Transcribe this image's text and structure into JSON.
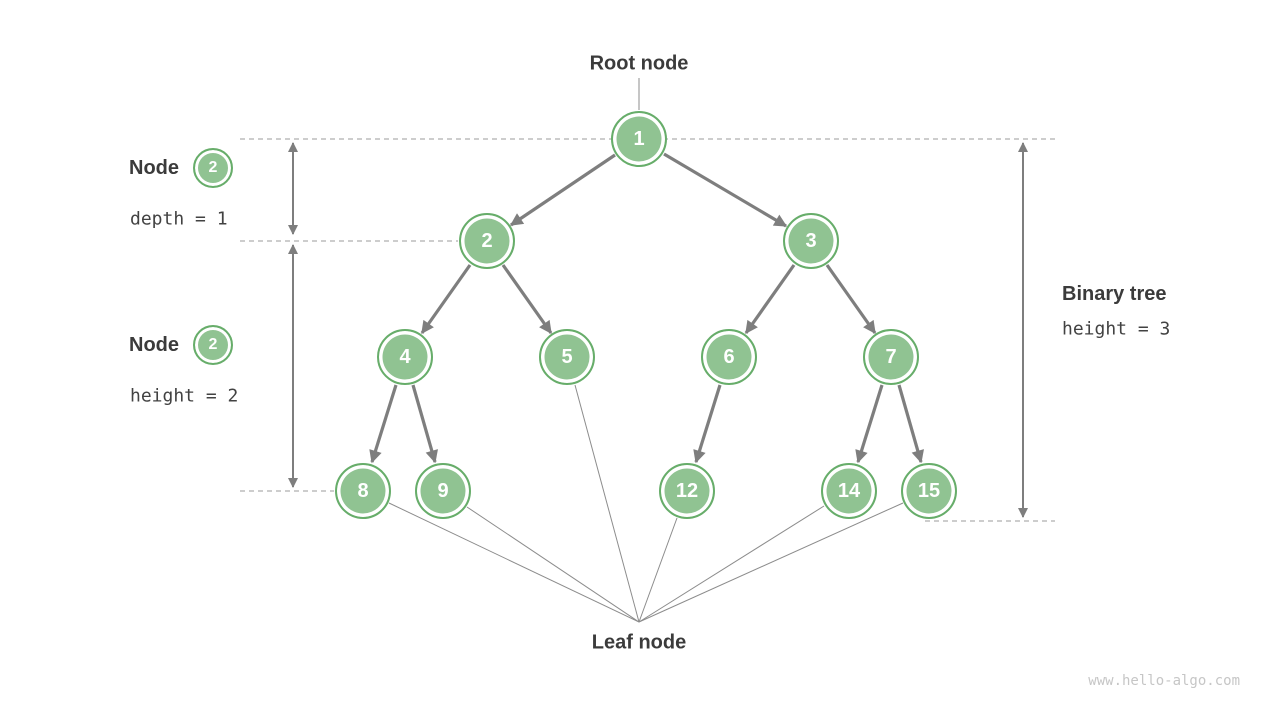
{
  "labels": {
    "root": "Root node",
    "leaf": "Leaf node"
  },
  "annotations": {
    "depth": {
      "title": "Node",
      "badge": "2",
      "value": "depth = 1"
    },
    "node_height": {
      "title": "Node",
      "badge": "2",
      "value": "height = 2"
    },
    "tree_height": {
      "title": "Binary tree",
      "value": "height = 3"
    }
  },
  "tree": {
    "nodes": [
      {
        "value": "1"
      },
      {
        "value": "2"
      },
      {
        "value": "3"
      },
      {
        "value": "4"
      },
      {
        "value": "5"
      },
      {
        "value": "6"
      },
      {
        "value": "7"
      },
      {
        "value": "8"
      },
      {
        "value": "9"
      },
      {
        "value": "12"
      },
      {
        "value": "14"
      },
      {
        "value": "15"
      }
    ],
    "edges": [
      [
        "1",
        "2"
      ],
      [
        "1",
        "3"
      ],
      [
        "2",
        "4"
      ],
      [
        "2",
        "5"
      ],
      [
        "3",
        "6"
      ],
      [
        "3",
        "7"
      ],
      [
        "4",
        "8"
      ],
      [
        "4",
        "9"
      ],
      [
        "6",
        "12"
      ],
      [
        "7",
        "14"
      ],
      [
        "7",
        "15"
      ]
    ],
    "leaves": [
      "8",
      "9",
      "5",
      "12",
      "14",
      "15"
    ]
  },
  "watermark": "www.hello-algo.com",
  "colors": {
    "node_fill": "#90c392",
    "node_border": "#67ad6a",
    "arrow_gray": "#7e7e7e",
    "thin_line": "#8c8c8c",
    "dashed_line": "#9b9b9b",
    "text_dark": "#3b3b3b",
    "watermark_gray": "#c6c6c6"
  }
}
